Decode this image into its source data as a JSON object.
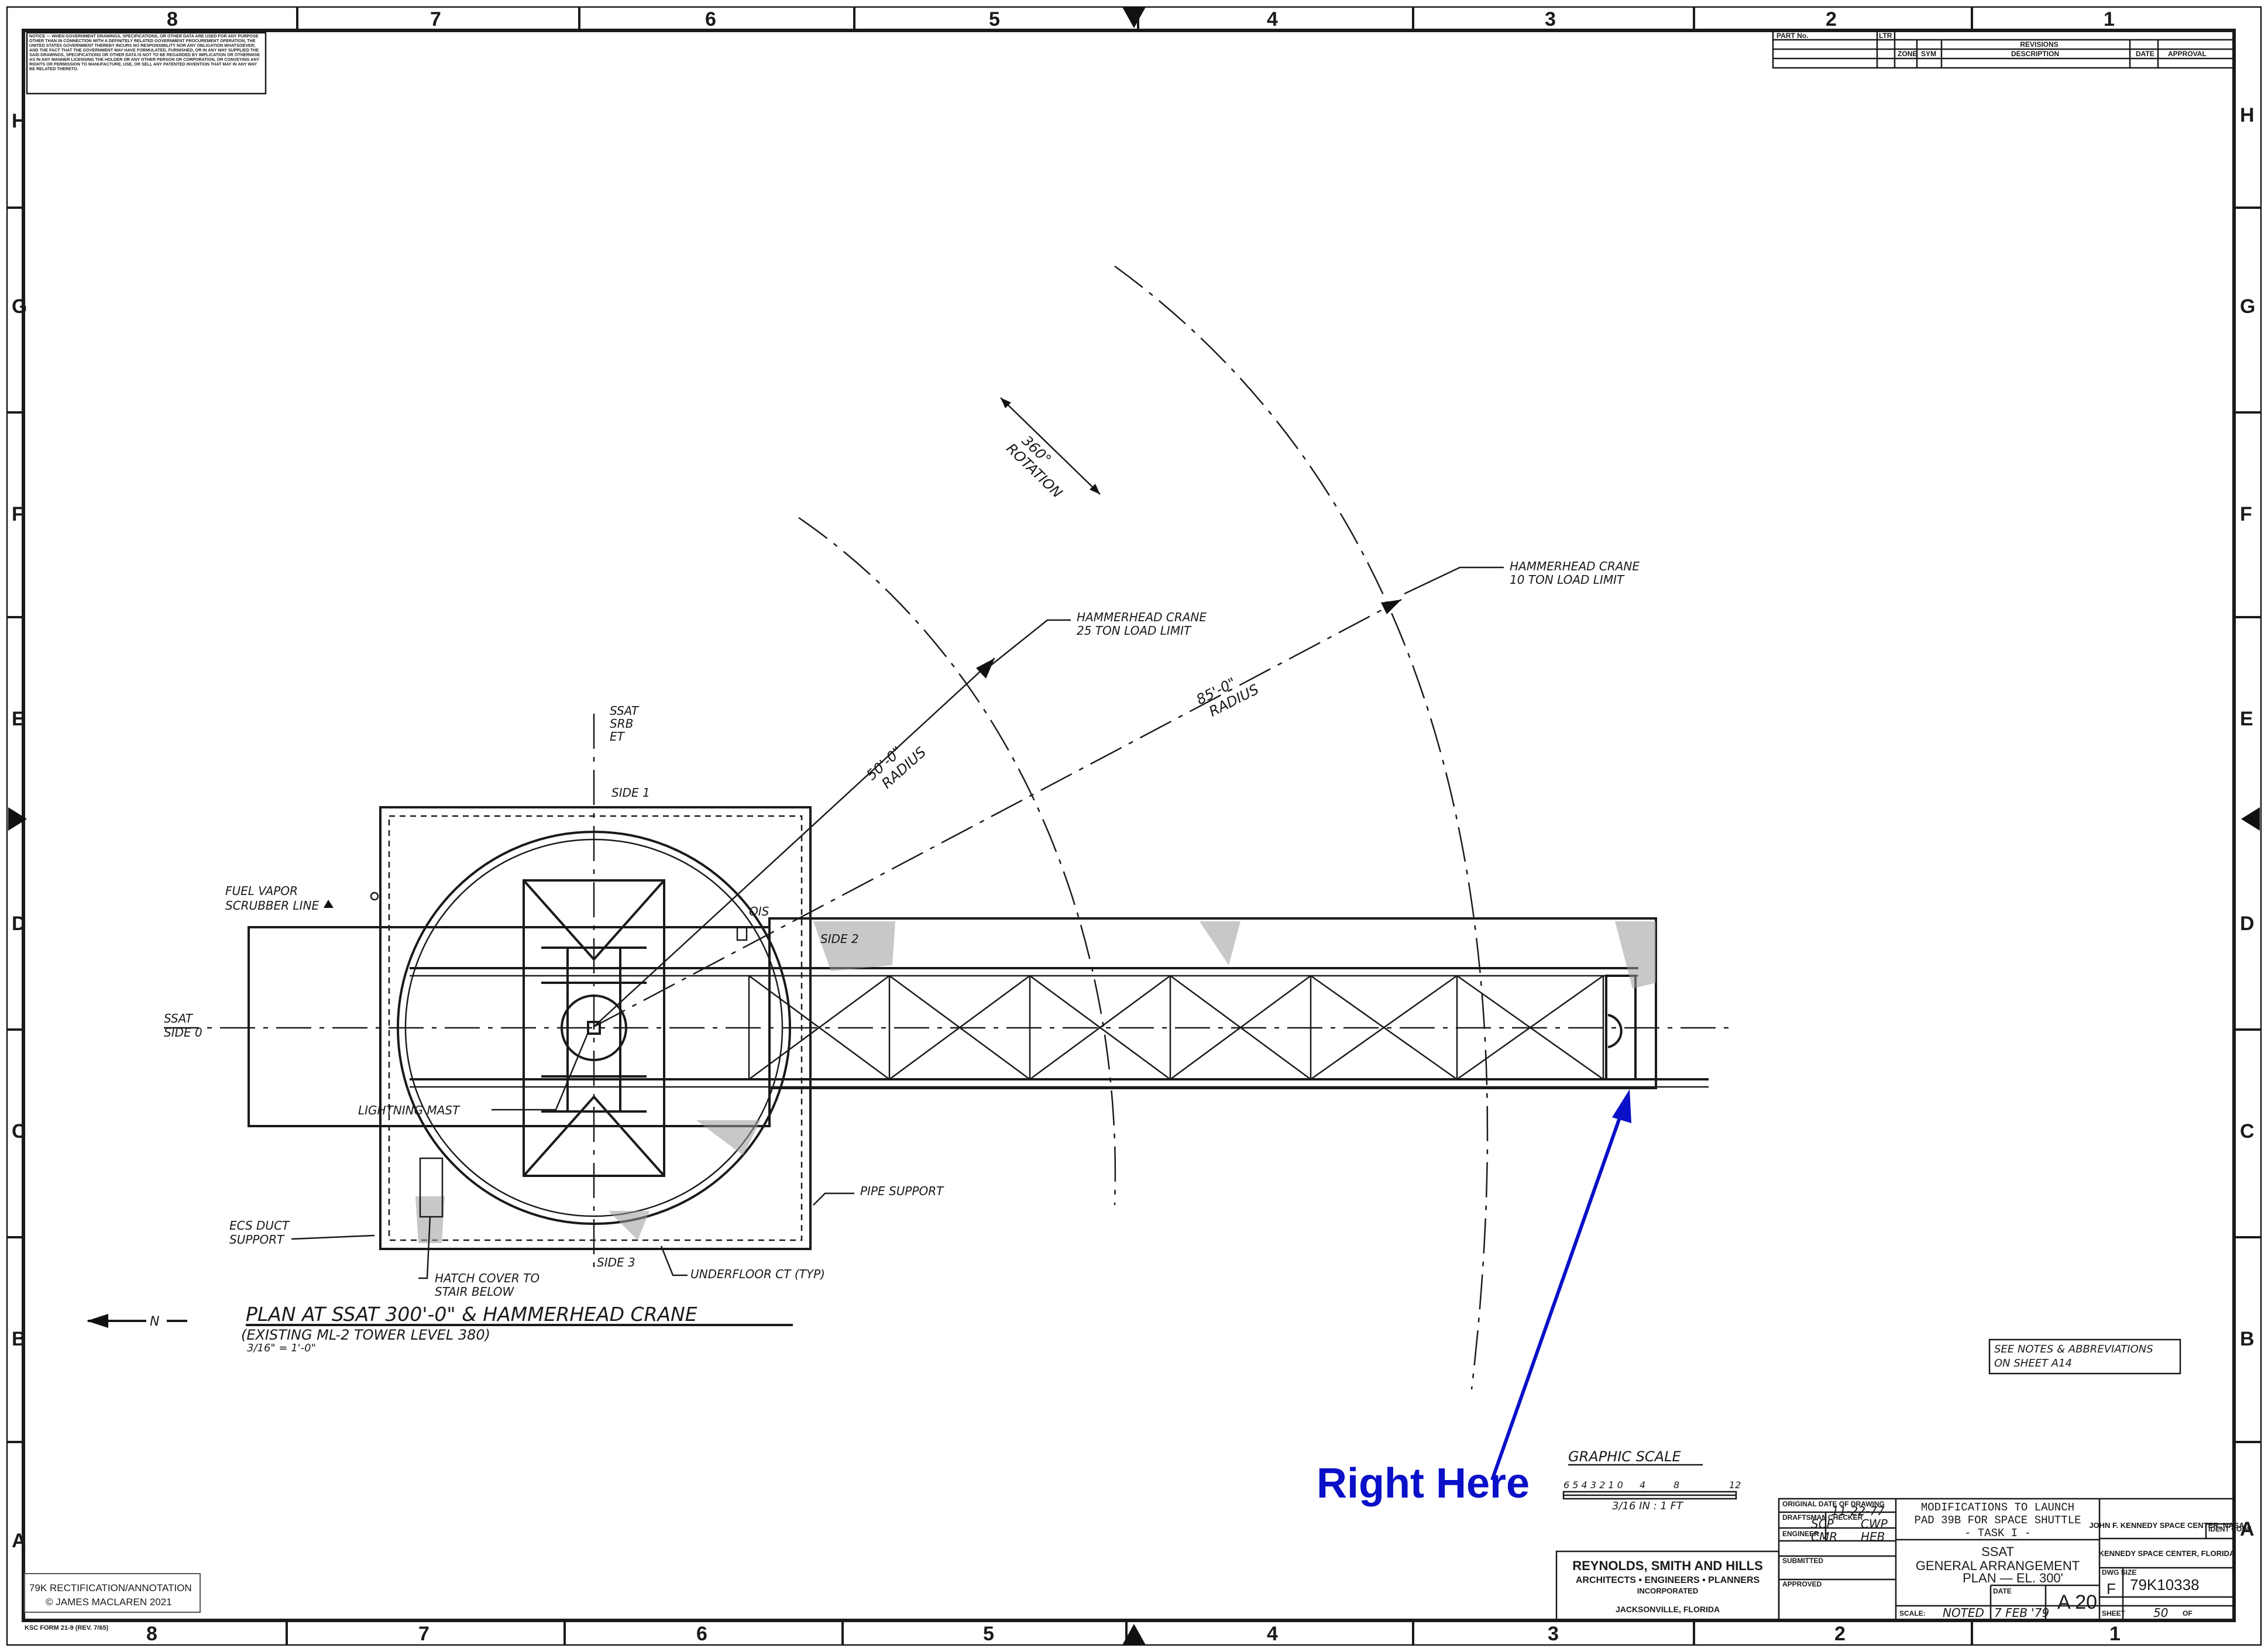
{
  "frame": {
    "columns": [
      "8",
      "7",
      "6",
      "5",
      "4",
      "3",
      "2",
      "1"
    ],
    "rows": [
      "H",
      "G",
      "F",
      "E",
      "D",
      "C",
      "B",
      "A"
    ]
  },
  "notice": "NOTICE — WHEN GOVERNMENT DRAWINGS, SPECIFICATIONS, OR OTHER DATA ARE USED FOR ANY PURPOSE OTHER THAN IN CONNECTION WITH A DEFINITELY RELATED GOVERNMENT PROCUREMENT OPERATION, THE UNITED STATES GOVERNMENT THEREBY INCURS NO RESPONSIBILITY NOR ANY OBLIGATION WHATSOEVER; AND THE FACT THAT THE GOVERNMENT MAY HAVE FORMULATED, FURNISHED, OR IN ANY WAY SUPPLIED THE SAID DRAWINGS, SPECIFICATIONS OR OTHER DATA IS NOT TO BE REGARDED BY IMPLICATION OR OTHERWISE AS IN ANY MANNER LICENSING THE HOLDER OR ANY OTHER PERSON OR CORPORATION, OR CONVEYING ANY RIGHTS OR PERMISSION TO MANUFACTURE, USE, OR SELL ANY PATENTED INVENTION THAT MAY IN ANY WAY BE RELATED THERETO.",
  "revisions": {
    "part_no": "PART No.",
    "ltr": "LTR",
    "title": "REVISIONS",
    "zone": "ZONE",
    "sym": "SYM",
    "description": "DESCRIPTION",
    "date": "DATE",
    "approval": "APPROVAL"
  },
  "annotations": {
    "rotation": [
      "360°",
      "ROTATION"
    ],
    "crane_25": [
      "HAMMERHEAD CRANE",
      "25 TON LOAD LIMIT"
    ],
    "crane_10": [
      "HAMMERHEAD CRANE",
      "10 TON LOAD LIMIT"
    ],
    "radius_50": [
      "50'-0\"",
      "RADIUS"
    ],
    "radius_85": [
      "85'-0\"",
      "RADIUS"
    ],
    "ssat_srb": [
      "SSAT",
      "SRB",
      "ET"
    ],
    "side_1": "SIDE 1",
    "side_2": "SIDE 2",
    "side_3": "SIDE 3",
    "ssat_side_0": [
      "SSAT",
      "SIDE 0"
    ],
    "fuel_vapor": [
      "FUEL VAPOR",
      "SCRUBBER LINE"
    ],
    "ois": "OIS",
    "lightning_mast": "LIGHTNING MAST",
    "pipe_support": "PIPE SUPPORT",
    "ecs_duct": [
      "ECS DUCT",
      "SUPPORT"
    ],
    "hatch_cover": [
      "HATCH COVER TO",
      "STAIR BELOW"
    ],
    "underfloor": "UNDERFLOOR CT (TYP)",
    "north": "N",
    "plan_title": "PLAN AT SSAT 300'-0\" & HAMMERHEAD CRANE",
    "plan_sub": "(EXISTING ML-2 TOWER LEVEL 380)",
    "plan_scale": "3/16\" = 1'-0\"",
    "see_notes": [
      "SEE NOTES & ABBREVIATIONS",
      "ON SHEET A14"
    ],
    "graphic_scale": "GRAPHIC SCALE",
    "scale_nums": [
      "6 5 4 3 2 1 0",
      "4",
      "8",
      "12"
    ],
    "scale_ratio": "3/16 IN : 1 FT"
  },
  "callout": {
    "text": "Right Here",
    "color": "#0a10c8"
  },
  "title_block": {
    "original_date_label": "ORIGINAL DATE OF DRAWING",
    "original_date": "11-22-77",
    "draftsman_label": "DRAFTSMAN",
    "draftsman": "SCP",
    "checker_label": "CHECKER",
    "checker": "CWP",
    "engineer_label": "ENGINEER",
    "engineer": "CMR",
    "engineer2": "HEB",
    "submitted_label": "SUBMITTED",
    "approved_label": "APPROVED",
    "project_lines": [
      "MODIFICATIONS TO LAUNCH",
      "PAD 39B FOR SPACE SHUTTLE",
      "- TASK I -"
    ],
    "drawing_title": [
      "SSAT",
      "GENERAL ARRANGEMENT",
      "PLAN — EL. 300'"
    ],
    "agency": "JOHN F. KENNEDY SPACE CENTER, NASA",
    "agency_location": "KENNEDY SPACE CENTER, FLORIDA",
    "firm": [
      "REYNOLDS, SMITH AND HILLS",
      "ARCHITECTS • ENGINEERS • PLANNERS",
      "INCORPORATED"
    ],
    "firm_city": "JACKSONVILLE, FLORIDA",
    "scale_label": "SCALE:",
    "scale": "NOTED",
    "date_label": "DATE",
    "date": "7 FEB '79",
    "sheet_code": "A 20",
    "dwg_size_label": "DWG SIZE",
    "dwg_size": "F",
    "drawing_number": "79K10338",
    "ident_label": "IDENT CODE",
    "sheet_label": "SHEET",
    "sheet": "50",
    "of_label": "OF"
  },
  "rectification": [
    "79K RECTIFICATION/ANNOTATION",
    "© JAMES MACLAREN 2021"
  ],
  "form_number": "KSC FORM 21-9 (REV. 7/65)"
}
